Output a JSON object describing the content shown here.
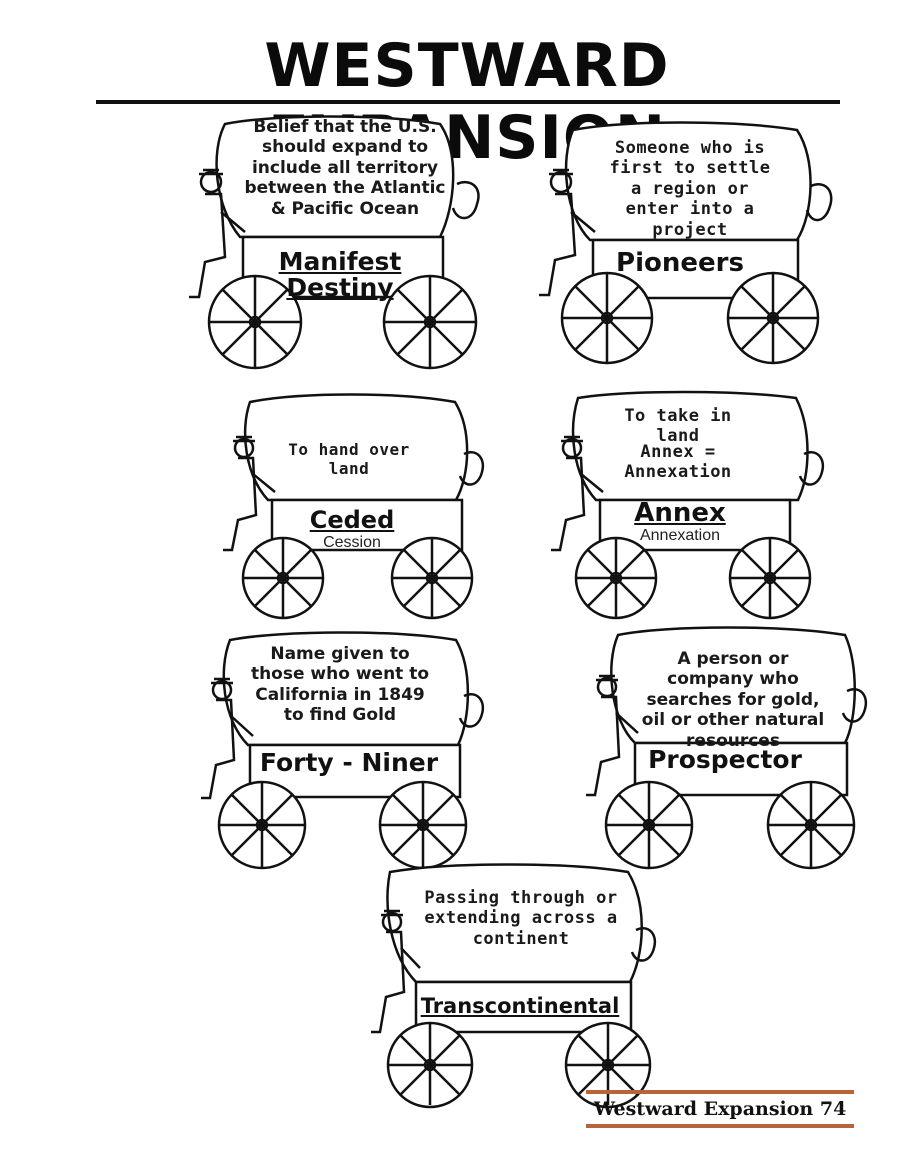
{
  "title": "WESTWARD EXPANSION",
  "footer": "Westward Expansion 74",
  "cards": [
    {
      "definition": "Belief that the U.S. should expand to include all territory between the Atlantic & Pacific Ocean",
      "term": "Manifest Destiny",
      "sub": ""
    },
    {
      "definition": "Someone who is first to settle a region or enter into a project",
      "term": "Pioneers",
      "sub": ""
    },
    {
      "definition": "To hand over land",
      "term": "Ceded",
      "sub": "Cession"
    },
    {
      "definition_line1": "To take in land",
      "definition_line2": "Annex = Annexation",
      "term": "Annex",
      "sub": "Annexation"
    },
    {
      "definition": "Name given to those who went to California in 1849 to find Gold",
      "term": "Forty - Niner",
      "sub": ""
    },
    {
      "definition": "A person or company who searches for gold, oil or other natural resources",
      "term": "Prospector",
      "sub": ""
    },
    {
      "definition": "Passing through or extending across a continent",
      "term": "Transcontinental",
      "sub": ""
    }
  ]
}
